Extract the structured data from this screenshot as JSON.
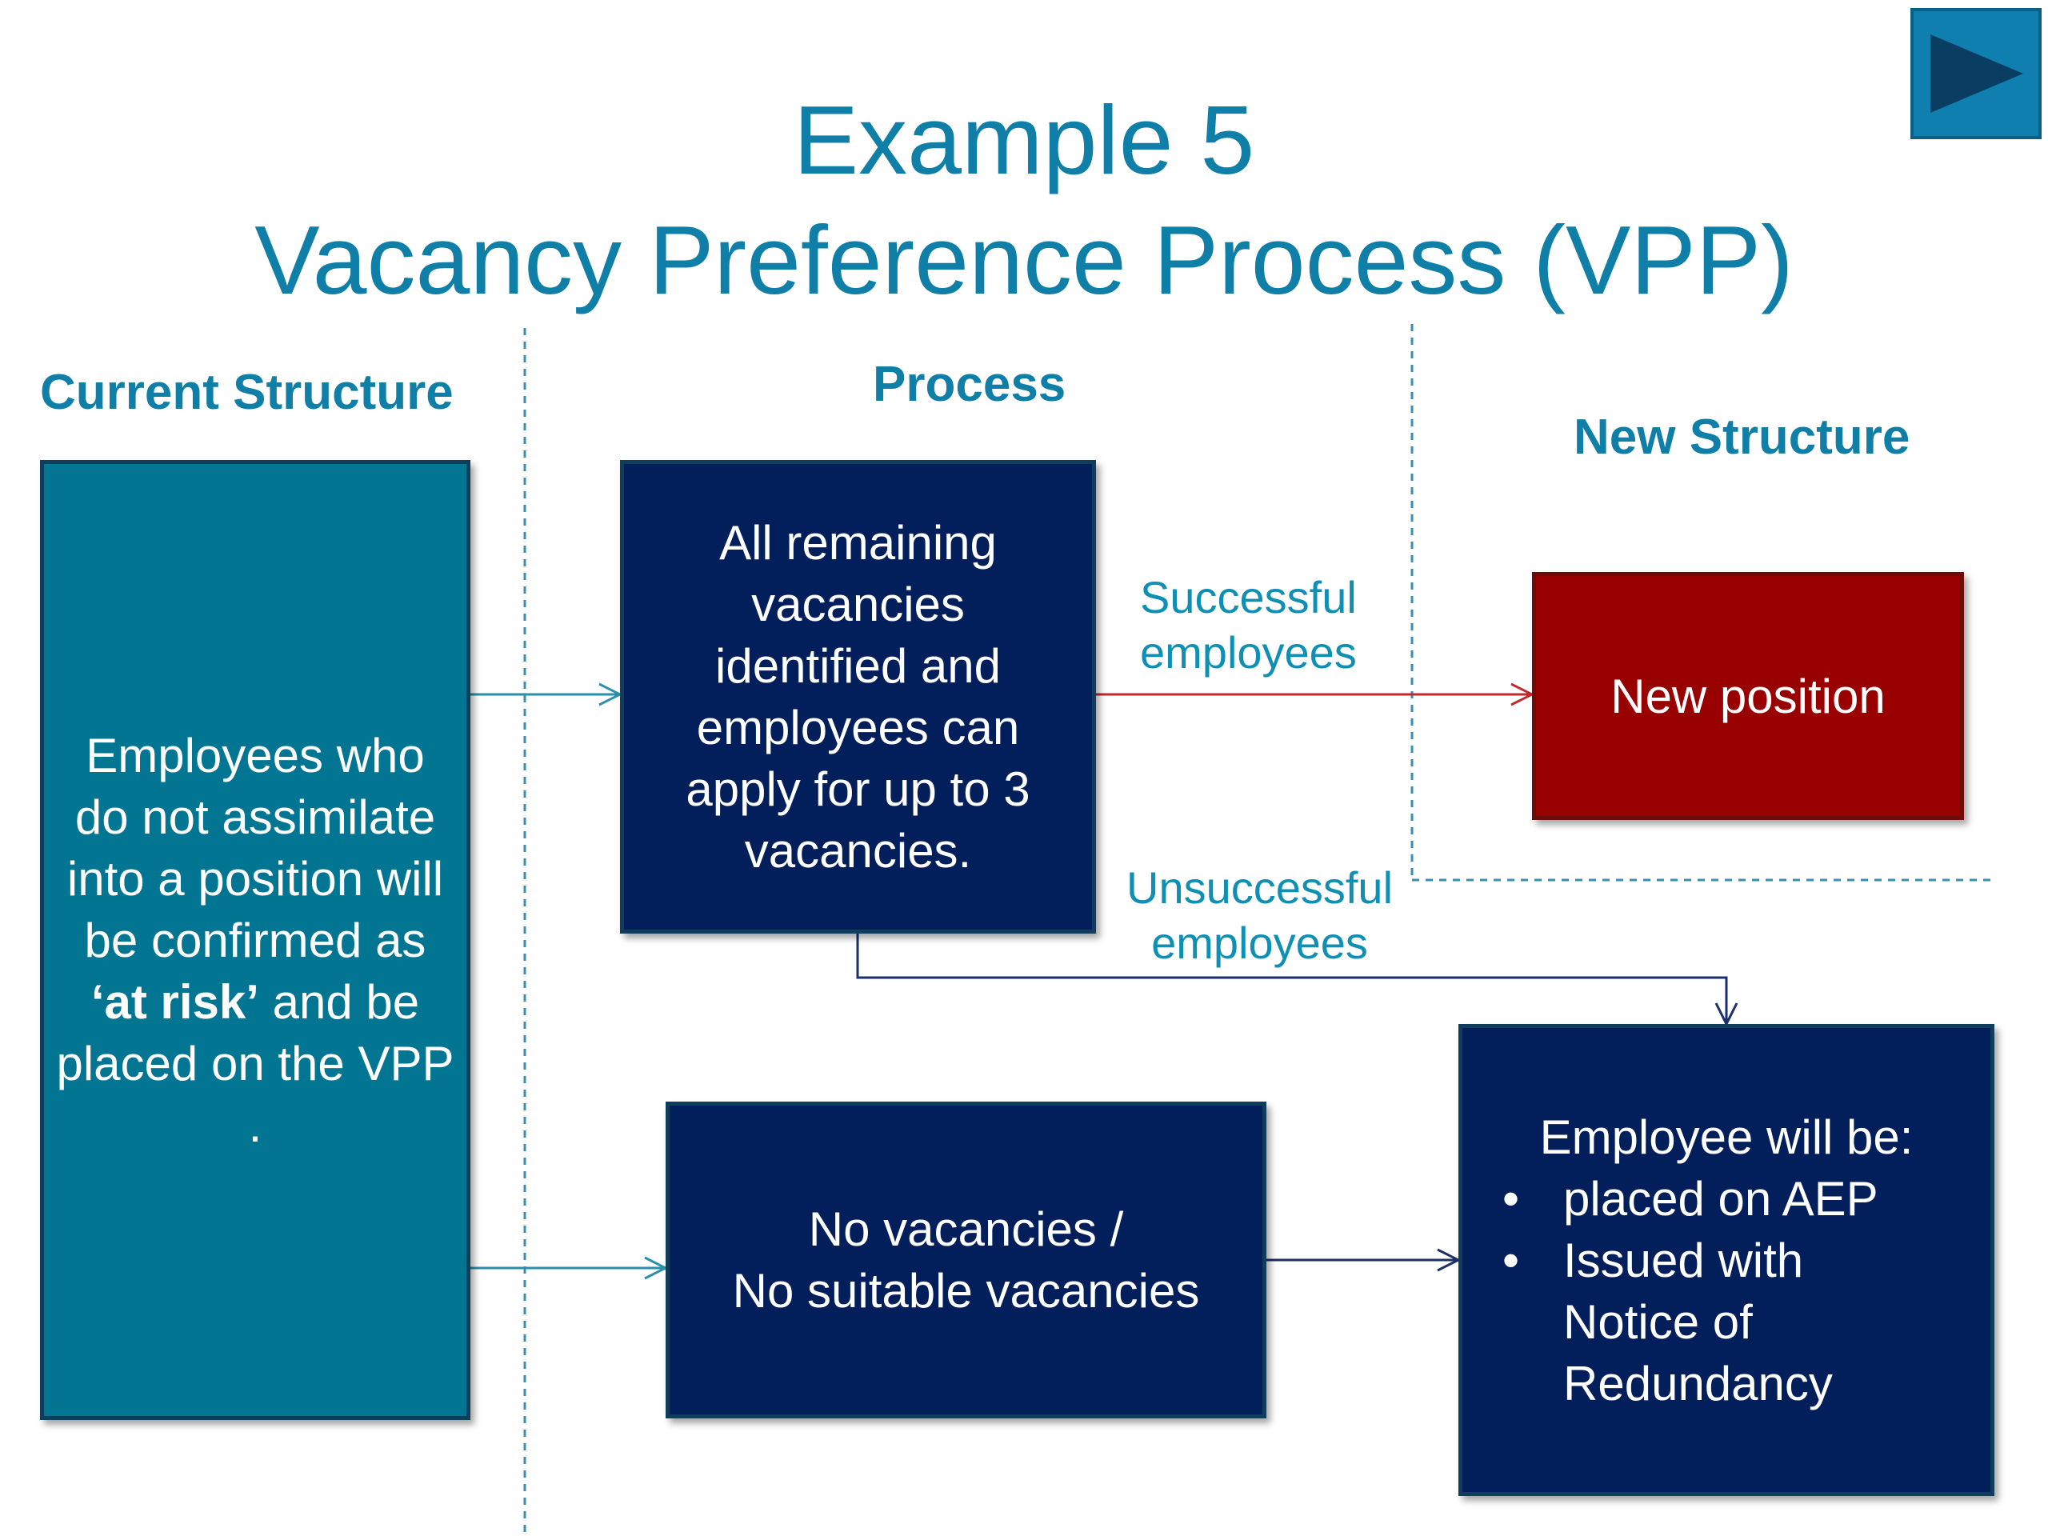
{
  "title": {
    "line1": "Example 5",
    "line2": "Vacancy Preference Process (VPP)"
  },
  "columns": {
    "current": "Current Structure",
    "process": "Process",
    "new": "New Structure"
  },
  "boxes": {
    "at_risk": {
      "text_before": "Employees who do not assimilate into a position will be confirmed as ",
      "text_bold": "‘at risk’",
      "text_after": " and be placed on the VPP ."
    },
    "remaining_vacancies": "All remaining vacancies identified and employees can apply for up to 3 vacancies.",
    "new_position": "New position",
    "no_vacancies": {
      "line1": "No vacancies /",
      "line2": "No suitable vacancies"
    },
    "outcome": {
      "heading": "Employee will be:",
      "bullets": [
        "placed on AEP",
        "Issued with Notice of Redundancy"
      ]
    }
  },
  "edge_labels": {
    "successful": {
      "line1": "Successful",
      "line2": "employees"
    },
    "unsuccessful": {
      "line1": "Unsuccessful",
      "line2": "employees"
    }
  },
  "colors": {
    "title": "#0f7fa8",
    "teal_box": "#017592",
    "navy_box": "#021e5b",
    "red_box": "#990000",
    "arrow_teal": "#2a8fa8",
    "arrow_red": "#c0282f",
    "arrow_navy": "#1a2f6b"
  },
  "icons": {
    "play": "play-triangle-icon"
  }
}
